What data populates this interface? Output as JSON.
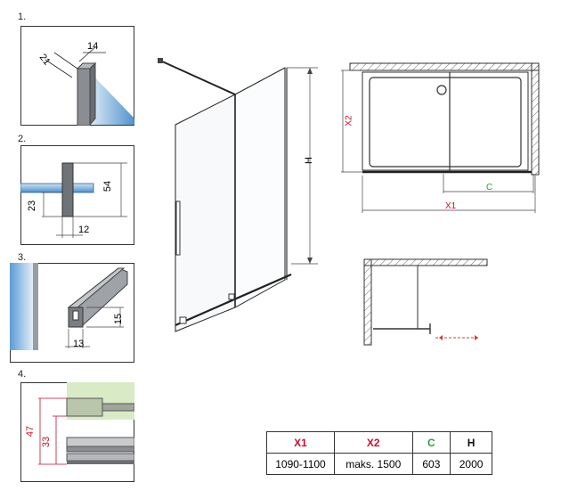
{
  "panels": {
    "p1": {
      "label": "1.",
      "dim_a": "21",
      "dim_b": "14"
    },
    "p2": {
      "label": "2.",
      "dim_height": "54",
      "dim_offset": "23",
      "dim_width": "12"
    },
    "p3": {
      "label": "3.",
      "dim_height": "15",
      "dim_width": "13"
    },
    "p4": {
      "label": "4.",
      "dim_outer": "47",
      "dim_inner": "33"
    }
  },
  "main_view": {
    "height_label": "H"
  },
  "top_view": {
    "x2_label": "X2",
    "c_label": "C",
    "x1_label": "X1"
  },
  "colors": {
    "x_dims": "#c8102e",
    "c_dim": "#2e9e3a",
    "arrow": "#d23b3b"
  },
  "spec_table": {
    "headers": [
      "X1",
      "X2",
      "C",
      "H"
    ],
    "values": [
      "1090-1100",
      "maks. 1500",
      "603",
      "2000"
    ]
  }
}
